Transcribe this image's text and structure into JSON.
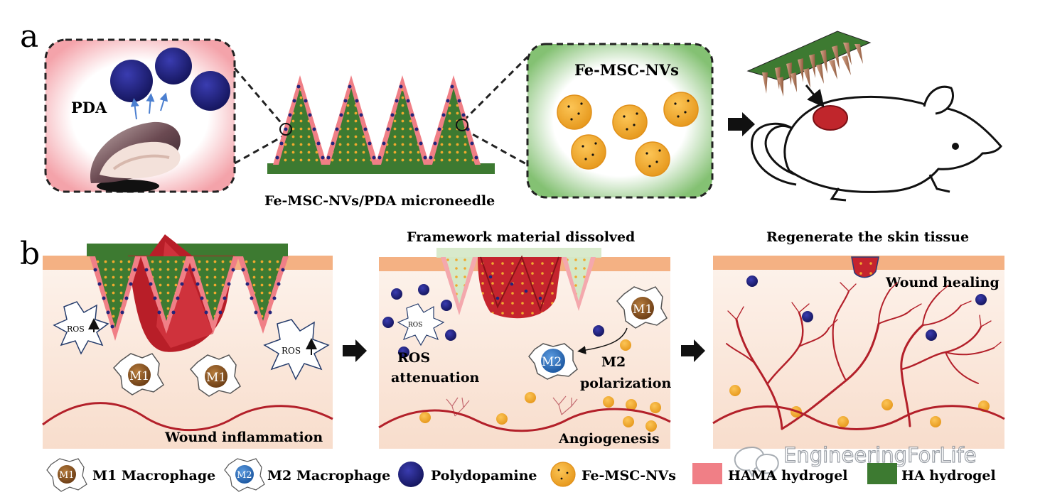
{
  "panels": {
    "a": {
      "label": "a",
      "pda_label": "PDA",
      "nv_label": "Fe-MSC-NVs",
      "microneedle_label": "Fe-MSC-NVs/PDA microneedle"
    },
    "b": {
      "label": "b",
      "stage1": {
        "ros_label_1": "ROS",
        "ros_label_2": "ROS",
        "m1_label_1": "M1",
        "m1_label_2": "M1",
        "caption": "Wound inflammation"
      },
      "stage2": {
        "title": "Framework material dissolved",
        "ros_label": "ROS",
        "ros_attenuation_1": "ROS",
        "ros_attenuation_2": "attenuation",
        "m1_label": "M1",
        "m2_label": "M2",
        "m2_polarization_1": "M2",
        "m2_polarization_2": "polarization",
        "caption": "Angiogenesis"
      },
      "stage3": {
        "title": "Regenerate the skin tissue",
        "caption": "Wound healing"
      }
    }
  },
  "legend": {
    "m1_icon": "M1",
    "m1": "M1 Macrophage",
    "m2_icon": "M2",
    "m2": "M2 Macrophage",
    "pda": "Polydopamine",
    "nv": "Fe-MSC-NVs",
    "hama": "HAMA hydrogel",
    "ha": "HA hydrogel"
  },
  "watermark": "EngineeringForLife",
  "colors": {
    "hama": "#f07f86",
    "ha": "#3d7a31",
    "pda": "#23247a",
    "nv": "#f0a92e",
    "skin": "#f4b183",
    "tissue": "#fbe8dc",
    "vessel": "#b3202a",
    "m1": "#8a5525",
    "m2": "#2f6fb8"
  }
}
